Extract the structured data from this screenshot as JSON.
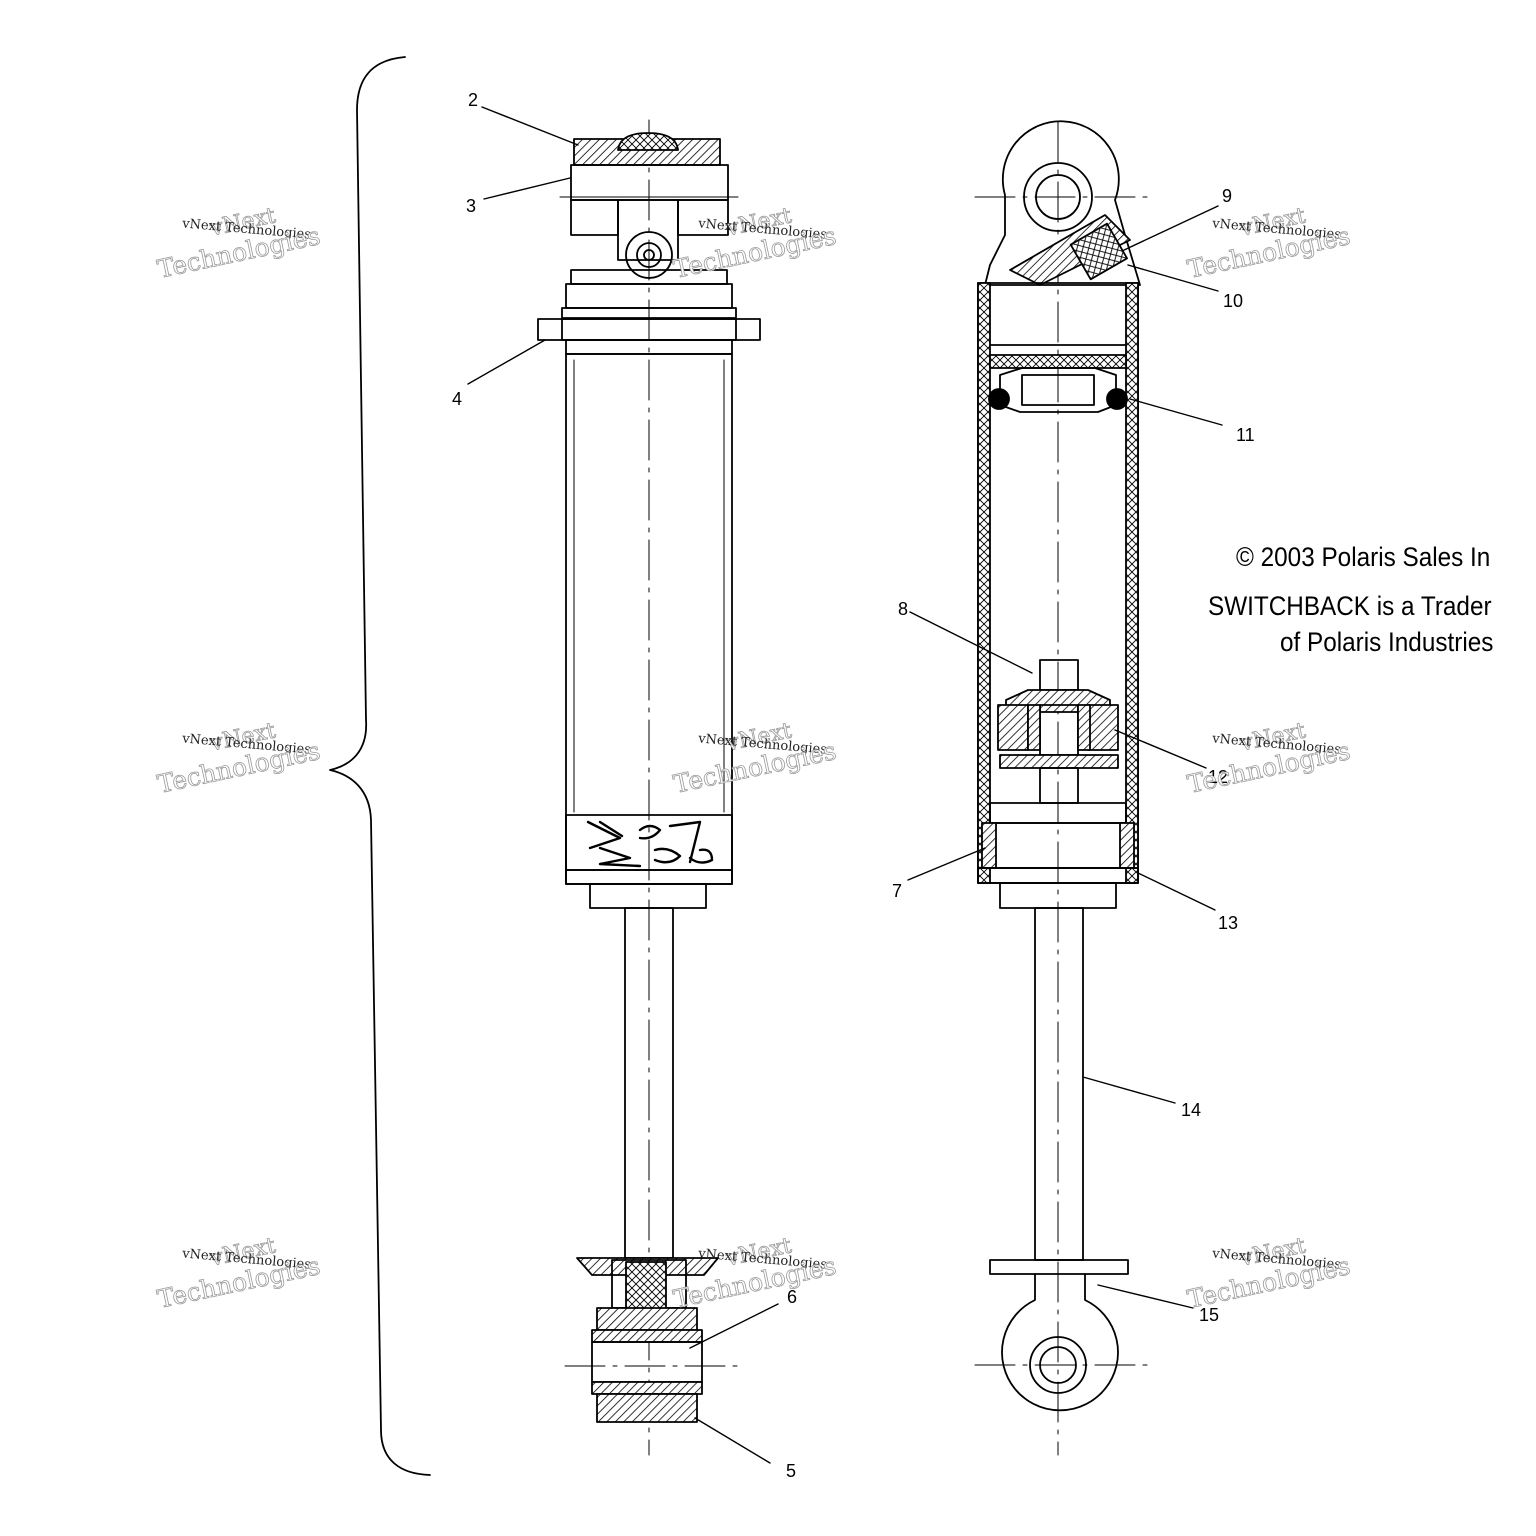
{
  "callouts": {
    "c2": "2",
    "c3": "3",
    "c4": "4",
    "c5": "5",
    "c6": "6",
    "c7": "7",
    "c8": "8",
    "c9": "9",
    "c10": "10",
    "c11": "11",
    "c12": "12",
    "c13": "13",
    "c14": "14",
    "c15": "15"
  },
  "copyright": {
    "line1": "© 2003 Polaris Sales In",
    "line2": "SWITCHBACK is a Trader",
    "line3": "of Polaris Industries"
  },
  "watermark": {
    "brand": "vNext",
    "company": "vNext Technologies",
    "tagline": "Technologies"
  },
  "colors": {
    "line": "#000000",
    "background": "#ffffff",
    "watermark_outline": "#9a9a9a"
  }
}
